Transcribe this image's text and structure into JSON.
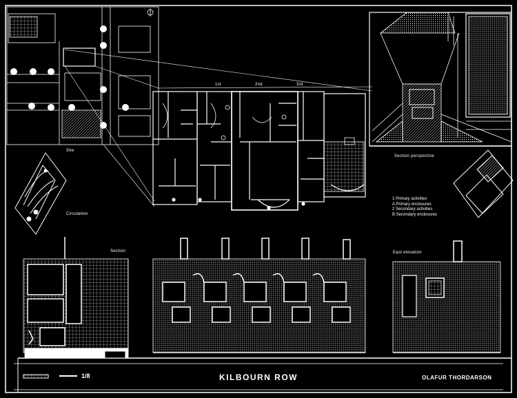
{
  "drawing": {
    "title": "KILBOURN ROW",
    "author": "OLAFUR THORDARSON",
    "scale": "1/8"
  },
  "labels": {
    "site": "Site",
    "circulation": "Circulation",
    "section": "Section",
    "floor_1": "1st",
    "floor_2": "2nd",
    "floor_3": "3rd",
    "section_perspective": "Section perspective",
    "east_elevation": "East elevation"
  },
  "legend": [
    "1 Primary activities",
    "A Primary enclosures",
    "2 Secondary activities",
    "B Secondary enclosures"
  ],
  "colors": {
    "background": "#000000",
    "linework": "#ffffff"
  }
}
